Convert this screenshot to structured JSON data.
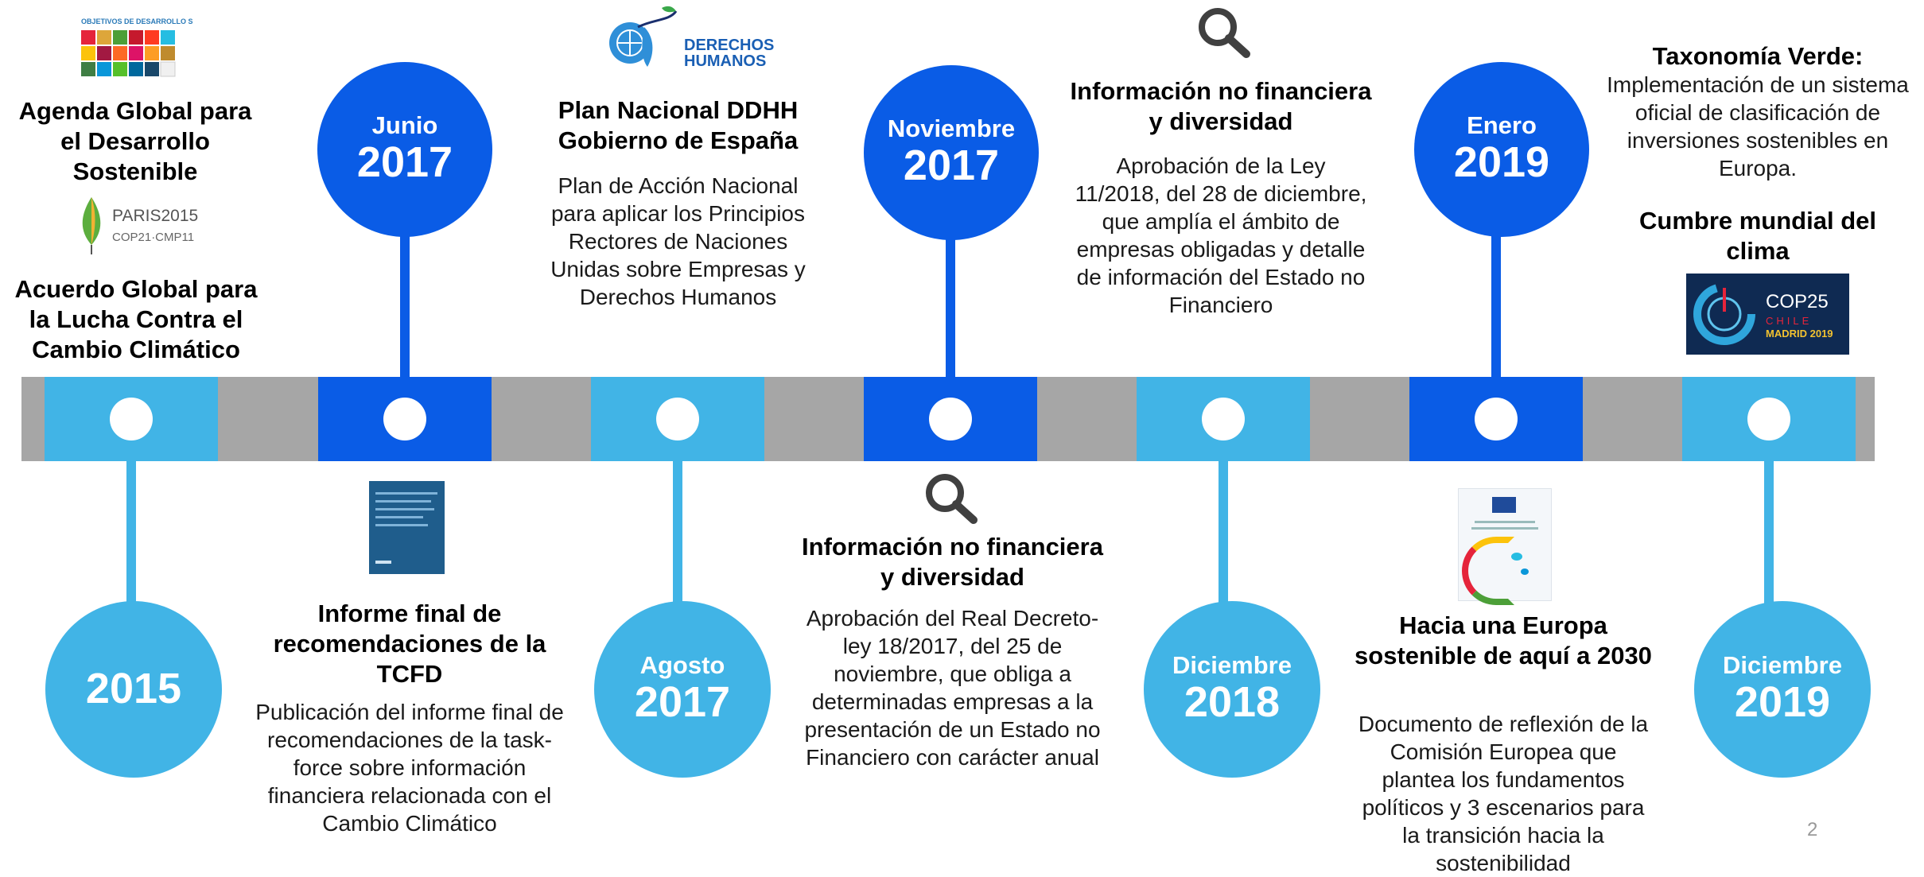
{
  "colors": {
    "dark_blue": "#0a5ce6",
    "light_blue": "#41b4e6",
    "bar_grey": "#a6a6a6"
  },
  "events": [
    {
      "year": "2015"
    },
    {
      "month": "Junio",
      "year": "2017"
    },
    {
      "month": "Agosto",
      "year": "2017"
    },
    {
      "month": "Noviembre",
      "year": "2017"
    },
    {
      "month": "Diciembre",
      "year": "2018"
    },
    {
      "month": "Enero",
      "year": "2019"
    },
    {
      "month": "Diciembre",
      "year": "2019"
    }
  ],
  "logos": {
    "sdg_logo_text": "OBJETIVOS DE DESARROLLO SOSTENIBLE",
    "paris_logo_line1": "PARIS2015",
    "paris_logo_line2": "COP21·CMP11",
    "ddhh_logo_line1": "DERECHOS",
    "ddhh_logo_line2": "HUMANOS",
    "cop25_line1": "COP25",
    "cop25_line2": "CHILE",
    "cop25_line3": "MADRID 2019"
  },
  "blocks": {
    "agenda_title": "Agenda Global para el Desarrollo Sostenible",
    "acuerdo_title": "Acuerdo Global para la Lucha Contra el Cambio Climático",
    "tcfd_title": "Informe final de recomendaciones de la TCFD",
    "tcfd_text": "Publicación del informe final de recomendaciones de la task-force sobre información financiera relacionada con el Cambio Climático",
    "ddhh_title": "Plan Nacional DDHH Gobierno de España",
    "ddhh_text": "Plan de Acción Nacional para aplicar los Principios Rectores de Naciones Unidas sobre Empresas y Derechos Humanos",
    "nov_title": "Información no financiera y diversidad",
    "nov_text": "Aprobación del Real Decreto-ley 18/2017, del 25 de noviembre, que obliga a determinadas empresas a la presentación de un Estado no Financiero con carácter anual",
    "dic18_title": "Información no financiera y diversidad",
    "dic18_text": "Aprobación de la Ley 11/2018, del 28 de diciembre, que amplía el ámbito de empresas obligadas y detalle de información del Estado no Financiero",
    "europa_title": "Hacia una Europa sostenible de aquí a 2030",
    "europa_text": "Documento de reflexión de la Comisión Europea que plantea los fundamentos políticos y 3 escenarios para la transición hacia la sostenibilidad",
    "taxonomia_title": "Taxonomía Verde:",
    "taxonomia_text": "Implementación de un sistema oficial de clasificación de inversiones sostenibles en Europa.",
    "cumbre_title": "Cumbre mundial del clima"
  },
  "page_number": "2"
}
